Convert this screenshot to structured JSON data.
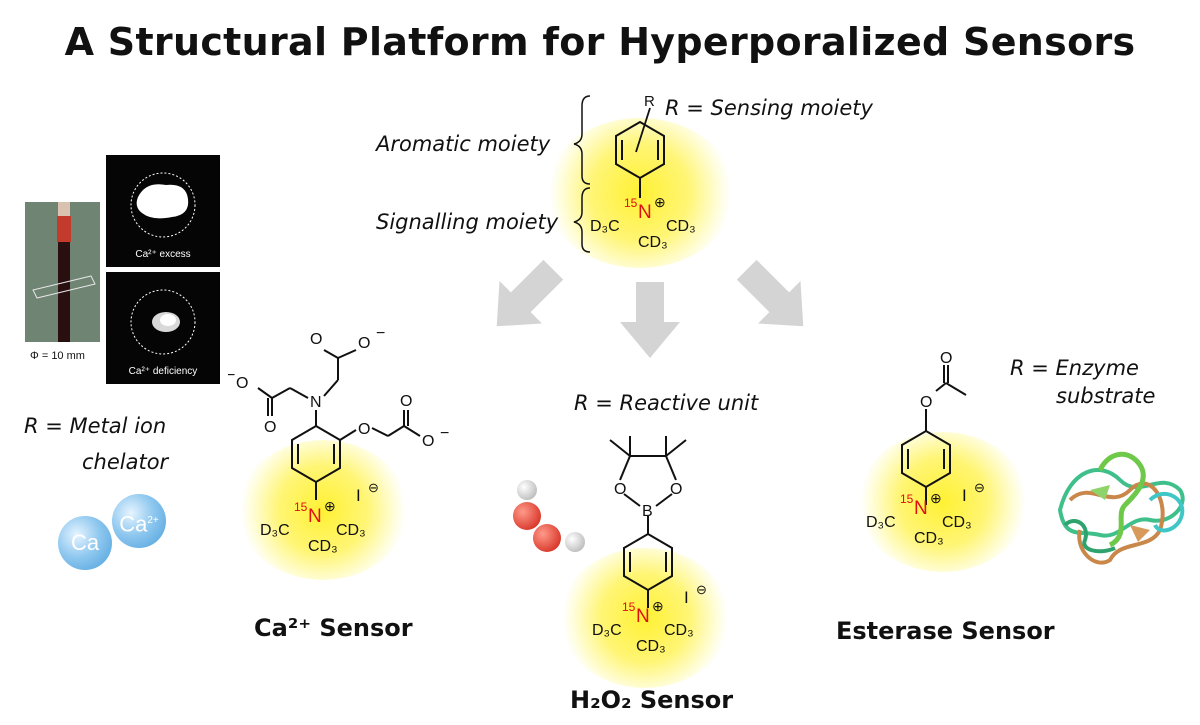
{
  "title": "A Structural Platform for Hyperporalized Sensors",
  "platform": {
    "r_label": "R = Sensing moiety",
    "aromatic": "Aromatic moiety",
    "signalling": "Signalling moiety"
  },
  "probe": {
    "n_isotope": "15",
    "n_label": "N",
    "plus": "⊕",
    "iodide": "I",
    "minus": "⊖",
    "d3c": "D₃C",
    "cd3": "CD₃"
  },
  "ca_panel": {
    "tube_label": "Φ = 10 mm",
    "excess": "Ca²⁺ excess",
    "deficiency": "Ca²⁺ deficiency",
    "r_label_1": "R = Metal ion",
    "r_label_2": "chelator",
    "ion_1": "Ca",
    "ion_2": "Ca",
    "ion_charge": "2+",
    "caption": "Ca²⁺ Sensor",
    "atoms": {
      "o": "O",
      "n": "N",
      "neg": "−"
    }
  },
  "h2o2_panel": {
    "r_label": "R = Reactive unit",
    "caption": "H₂O₂ Sensor",
    "atoms": {
      "o": "O",
      "b": "B"
    }
  },
  "esterase_panel": {
    "r_label_1": "R = Enzyme",
    "r_label_2": "substrate",
    "caption": "Esterase Sensor",
    "atoms": {
      "o": "O"
    }
  },
  "colors": {
    "glow": "#fff028",
    "n15": "#e01010",
    "arrow": "#d4d4d4",
    "ca_ion": "#4a9edb"
  }
}
